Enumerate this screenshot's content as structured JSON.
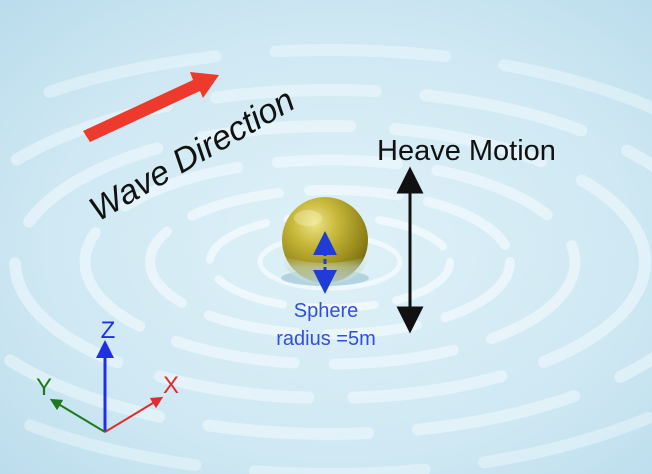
{
  "labels": {
    "wave_direction": "Wave Direction",
    "heave_motion": "Heave Motion",
    "sphere_line1": "Sphere",
    "sphere_line2": "radius =5m",
    "axis_z": "Z",
    "axis_x": "X",
    "axis_y": "Y"
  },
  "colors": {
    "water": "#cfe8f3",
    "water_deep": "#b4d8e9",
    "ripple": "#f4fbff",
    "wave_arrow": "#ee3a2c",
    "heave_arrow": "#111111",
    "sphere_label": "#2f4fe0",
    "sphere_body": "#b3a52a",
    "sphere_arrow": "#1f3cd6",
    "axis_z": "#1f2fe6",
    "axis_x": "#e02c2c",
    "axis_y": "#1f7a1f"
  }
}
